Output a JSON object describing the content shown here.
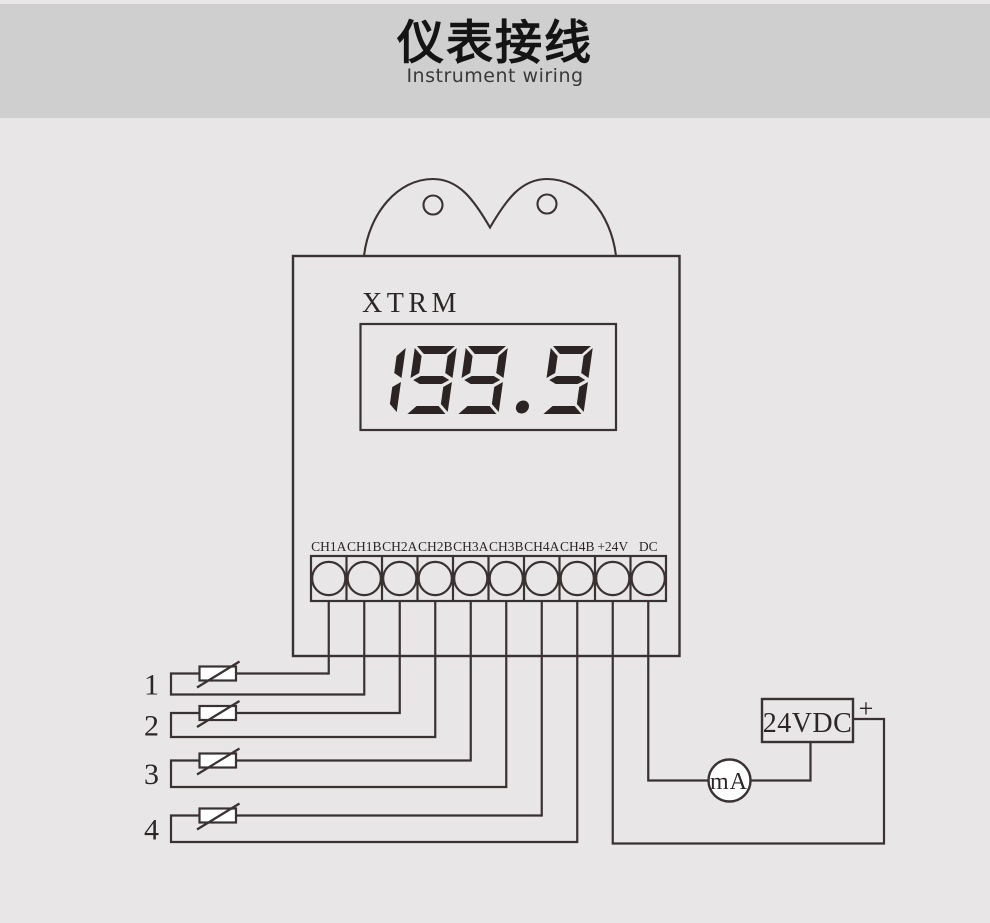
{
  "header": {
    "title": "仪表接线",
    "subtitle": "Instrument wiring"
  },
  "device": {
    "brand": "XTRM",
    "display_value": "199.9",
    "terminals": [
      "CH1A",
      "CH1B",
      "CH2A",
      "CH2B",
      "CH3A",
      "CH3B",
      "CH4A",
      "CH4B",
      "+24V",
      "DC"
    ]
  },
  "sensors": {
    "labels": [
      "1",
      "2",
      "3",
      "4"
    ]
  },
  "power": {
    "supply_label": "24VDC",
    "polarity_label": "+",
    "meter_label": "mA"
  },
  "colors": {
    "background": "#e8e6e6",
    "header_band": "#d0cfcf",
    "line": "#3a3133",
    "digit": "#2b2324",
    "meter_fill": "#ffffff"
  }
}
